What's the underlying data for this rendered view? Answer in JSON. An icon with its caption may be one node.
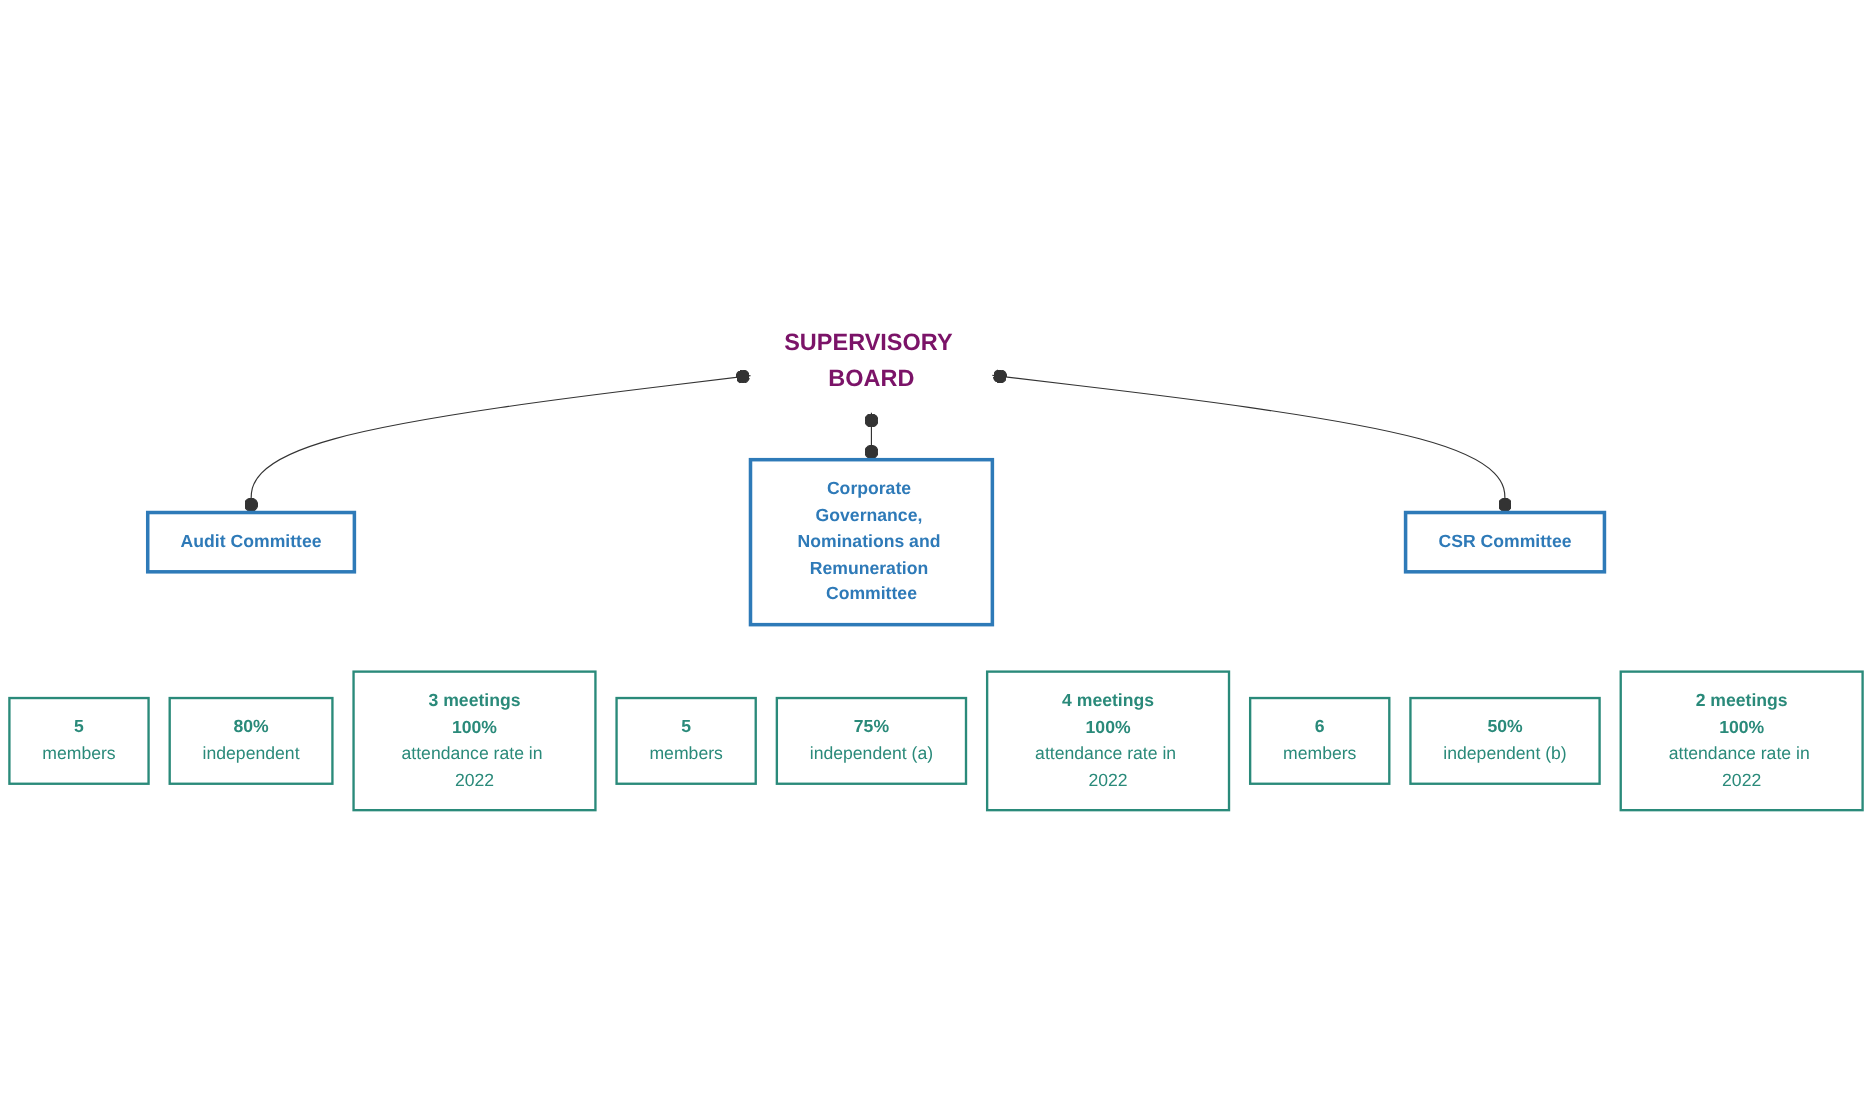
{
  "diagram": {
    "nodes": [
      {
        "text": [
          "SUPERVISORY BOARD"
        ]
      },
      {
        "text": [
          "5",
          "members"
        ]
      },
      {
        "text": [
          "6",
          "members"
        ]
      },
      {
        "text": [
          "80%",
          "independent"
        ]
      },
      {
        "text": [
          "Audit Committee"
        ]
      },
      {
        "text": [
          "CSR Committee"
        ]
      },
      {
        "text": [
          "50%",
          "independent (b)"
        ]
      },
      {
        "text": [
          "Corporate Governance, Nominations and Remuneration Committee"
        ]
      },
      {
        "text": [
          "3 meetings",
          "100%",
          "attendance rate in 2022"
        ]
      },
      {
        "text": [
          "2 meetings",
          "100%",
          "attendance rate in 2022"
        ]
      },
      {
        "text": [
          "5",
          "members"
        ]
      },
      {
        "text": [
          "75%",
          "independent (a)"
        ]
      },
      {
        "text": [
          "4 meetings",
          "100%",
          "attendance rate in 2022"
        ]
      }
    ],
    "edges": [
      {
        "from": 0,
        "to": 4,
        "arrow": "other"
      },
      {
        "from": 0,
        "to": 7,
        "arrow": "other"
      },
      {
        "from": 0,
        "to": 5,
        "arrow": "other"
      }
    ]
  }
}
